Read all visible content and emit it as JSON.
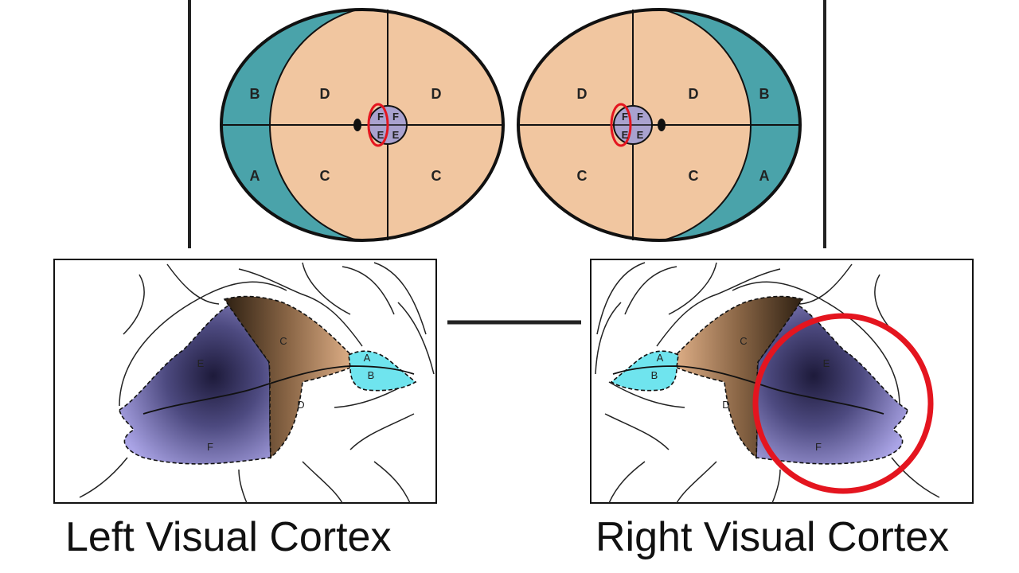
{
  "colors": {
    "cyan_region": "#4aa3aa",
    "tan_region": "#f1c6a0",
    "fovea": "#a9a2cf",
    "highlight": "#e4151f",
    "outline": "#111111",
    "cortex_purple": "#a9a2e6",
    "cortex_tan": "#c89870",
    "cortex_cyan": "#6fe4ee"
  },
  "visual_fields": {
    "left_eye": {
      "labels": {
        "outer_upper": "B",
        "outer_lower": "A",
        "mid_upper_left": "D",
        "mid_upper_right": "D",
        "mid_lower_left": "C",
        "mid_lower_right": "C"
      },
      "fovea_labels": {
        "ul": "F",
        "ur": "F",
        "ll": "E",
        "lr": "E"
      }
    },
    "right_eye": {
      "labels": {
        "mid_upper_left": "D",
        "mid_upper_right": "D",
        "mid_lower_left": "C",
        "mid_lower_right": "C",
        "outer_upper": "B",
        "outer_lower": "A"
      },
      "fovea_labels": {
        "ul": "F",
        "ur": "F",
        "ll": "E",
        "lr": "E"
      }
    }
  },
  "cortex": {
    "left": {
      "labels": {
        "e": "E",
        "f": "F",
        "c": "C",
        "d": "D",
        "a": "A",
        "b": "B"
      }
    },
    "right": {
      "labels": {
        "a": "A",
        "b": "B",
        "c": "C",
        "d": "D",
        "e": "E",
        "f": "F"
      }
    }
  },
  "captions": {
    "left": "Left Visual Cortex",
    "right": "Right Visual Cortex"
  }
}
